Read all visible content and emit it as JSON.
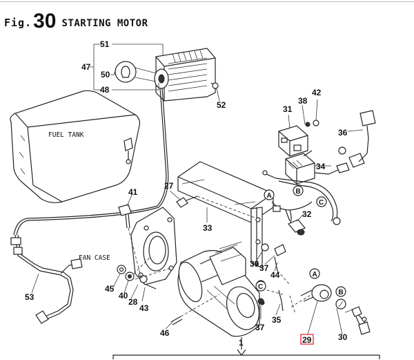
{
  "figure": {
    "prefix": "Fig.",
    "number": "30",
    "title": "STARTING MOTOR"
  },
  "labels": {
    "fuel_tank": "FUEL TANK",
    "fan_case": "FAN CASE"
  },
  "part_numbers": [
    "51",
    "47",
    "50",
    "48",
    "52",
    "38",
    "42",
    "31",
    "36",
    "34",
    "41",
    "27",
    "33",
    "32",
    "45",
    "40",
    "28",
    "43",
    "39",
    "37",
    "44",
    "29",
    "35",
    "30",
    "46",
    "53",
    "1"
  ],
  "connector_letters": [
    "A",
    "B",
    "C"
  ],
  "highlighted_part": "29"
}
